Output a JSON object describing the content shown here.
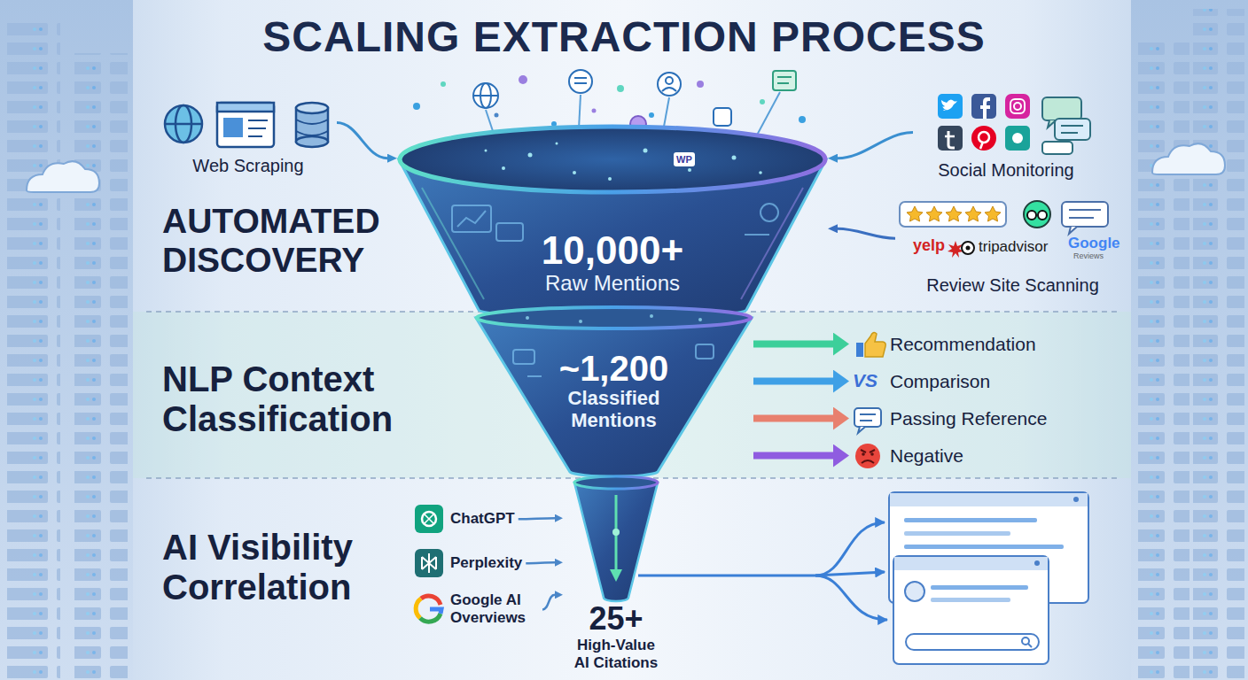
{
  "diagram": {
    "title": "SCALING EXTRACTION PROCESS",
    "nodes": [
      {
        "text": [
          "10,000+",
          "Raw Mentions"
        ]
      },
      {
        "text": [
          "~1,200",
          "Classified Mentions"
        ]
      },
      {
        "text": [
          "25+",
          "High-Value AI Citations"
        ]
      },
      {
        "text": [
          "Web Scraping"
        ]
      },
      {
        "text": [
          "Social Monitoring"
        ]
      },
      {
        "text": [
          "Review Site Scanning"
        ]
      },
      {
        "text": [
          "Recommendation"
        ]
      },
      {
        "text": [
          "Comparison"
        ]
      },
      {
        "text": [
          "Passing Reference"
        ]
      },
      {
        "text": [
          "Negative"
        ]
      },
      {
        "text": [
          "ChatGPT"
        ]
      },
      {
        "text": [
          "Perplexity"
        ]
      },
      {
        "text": [
          "Google AI Overviews"
        ]
      }
    ],
    "edges": [
      {
        "from": 3,
        "to": 0,
        "arrow": "to"
      },
      {
        "from": 4,
        "to": 0,
        "arrow": "to"
      },
      {
        "from": 5,
        "to": 0,
        "arrow": "to"
      },
      {
        "from": 1,
        "to": 6,
        "arrow": "to"
      },
      {
        "from": 1,
        "to": 7,
        "arrow": "to"
      },
      {
        "from": 1,
        "to": 8,
        "arrow": "to"
      },
      {
        "from": 1,
        "to": 9,
        "arrow": "to"
      },
      {
        "from": 10,
        "to": 2,
        "arrow": "to"
      },
      {
        "from": 11,
        "to": 2,
        "arrow": "to"
      },
      {
        "from": 12,
        "to": 2,
        "arrow": "to"
      }
    ],
    "labels": [
      "AUTOMATED DISCOVERY",
      "NLP Context Classification",
      "AI Visibility Correlation",
      "WP",
      "VS",
      "yelp",
      "tripadvisor",
      "Google",
      "Reviews"
    ]
  }
}
